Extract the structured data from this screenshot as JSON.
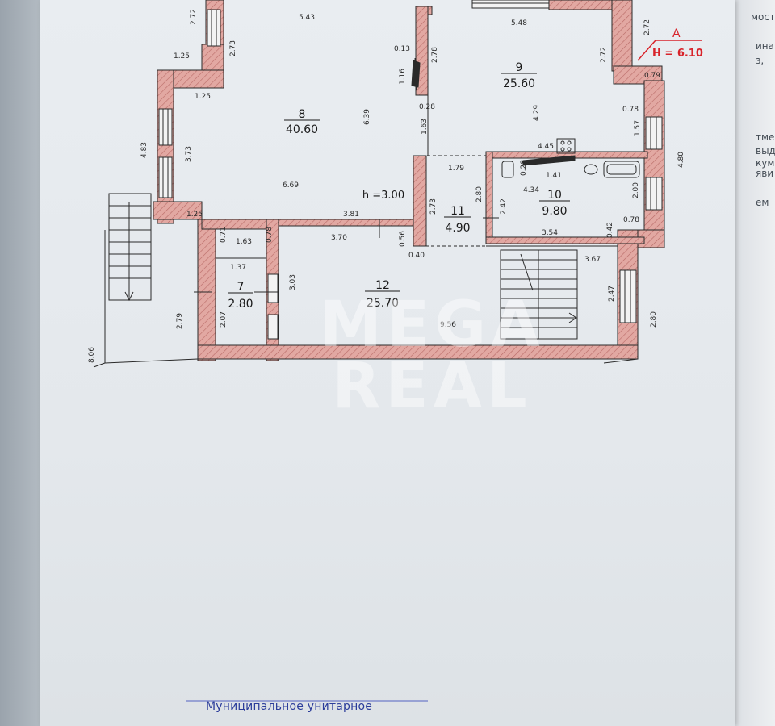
{
  "rooms": [
    {
      "id": "r8",
      "number": "8",
      "area": "40.60"
    },
    {
      "id": "r9",
      "number": "9",
      "area": "25.60"
    },
    {
      "id": "r10",
      "number": "10",
      "area": "9.80"
    },
    {
      "id": "r11",
      "number": "11",
      "area": "4.90"
    },
    {
      "id": "r12",
      "number": "12",
      "area": "25.70"
    },
    {
      "id": "r7",
      "number": "7",
      "area": "2.80"
    }
  ],
  "marker": {
    "label": "A",
    "height": "H = 6.10"
  },
  "ceiling_height": "h =3.00",
  "dimensions": [
    {
      "id": "d1",
      "text": "5.43"
    },
    {
      "id": "d2",
      "text": "5.48"
    },
    {
      "id": "d3",
      "text": "2.72"
    },
    {
      "id": "d4",
      "text": "2.72"
    },
    {
      "id": "d5",
      "text": "2.73"
    },
    {
      "id": "d6",
      "text": "2.72"
    },
    {
      "id": "d7",
      "text": "1.25"
    },
    {
      "id": "d8",
      "text": "1.25"
    },
    {
      "id": "d9",
      "text": "0.13"
    },
    {
      "id": "d10",
      "text": "2.78"
    },
    {
      "id": "d11",
      "text": "1.16"
    },
    {
      "id": "d12",
      "text": "0.79"
    },
    {
      "id": "d13",
      "text": "0.28"
    },
    {
      "id": "d14",
      "text": "4.29"
    },
    {
      "id": "d15",
      "text": "0.78"
    },
    {
      "id": "d16",
      "text": "6.39"
    },
    {
      "id": "d17",
      "text": "4.83"
    },
    {
      "id": "d18",
      "text": "3.73"
    },
    {
      "id": "d19",
      "text": "1.63"
    },
    {
      "id": "d20",
      "text": "1.57"
    },
    {
      "id": "d21",
      "text": "4.45"
    },
    {
      "id": "d22",
      "text": "4.80"
    },
    {
      "id": "d23",
      "text": "1.79"
    },
    {
      "id": "d24",
      "text": "0.28"
    },
    {
      "id": "d25",
      "text": "1.41"
    },
    {
      "id": "d26",
      "text": "6.69"
    },
    {
      "id": "d27",
      "text": "4.34"
    },
    {
      "id": "d28",
      "text": "2.00"
    },
    {
      "id": "d29",
      "text": "2.80"
    },
    {
      "id": "d30",
      "text": "2.73"
    },
    {
      "id": "d31",
      "text": "2.42"
    },
    {
      "id": "d32",
      "text": "1.25"
    },
    {
      "id": "d33",
      "text": "3.81"
    },
    {
      "id": "d34",
      "text": "0.78"
    },
    {
      "id": "d35",
      "text": "0.71"
    },
    {
      "id": "d36",
      "text": "0.78"
    },
    {
      "id": "d37",
      "text": "3.54"
    },
    {
      "id": "d38",
      "text": "0.42"
    },
    {
      "id": "d39",
      "text": "1.63"
    },
    {
      "id": "d40",
      "text": "3.70"
    },
    {
      "id": "d41",
      "text": "0.56"
    },
    {
      "id": "d42",
      "text": "0.40"
    },
    {
      "id": "d43",
      "text": "3.67"
    },
    {
      "id": "d44",
      "text": "1.37"
    },
    {
      "id": "d45",
      "text": "3.03"
    },
    {
      "id": "d46",
      "text": "2.47"
    },
    {
      "id": "d47",
      "text": "2.79"
    },
    {
      "id": "d48",
      "text": "2.07"
    },
    {
      "id": "d49",
      "text": "2.80"
    },
    {
      "id": "d50",
      "text": "9.56"
    },
    {
      "id": "d51",
      "text": "8.06"
    }
  ],
  "watermark": {
    "line1": "MEGA",
    "line2": "REAL"
  },
  "stamp": "Муниципальное унитарное",
  "margin_fragments": [
    "мост",
    "ина",
    "з,",
    "тме",
    "выд",
    "кум",
    "яви",
    "ем"
  ],
  "colors": {
    "wall": "#e2a8a2",
    "hatch": "#b86a66",
    "line": "#2a2a2a",
    "marker": "#d8232a",
    "paper": "#e7ebef"
  }
}
